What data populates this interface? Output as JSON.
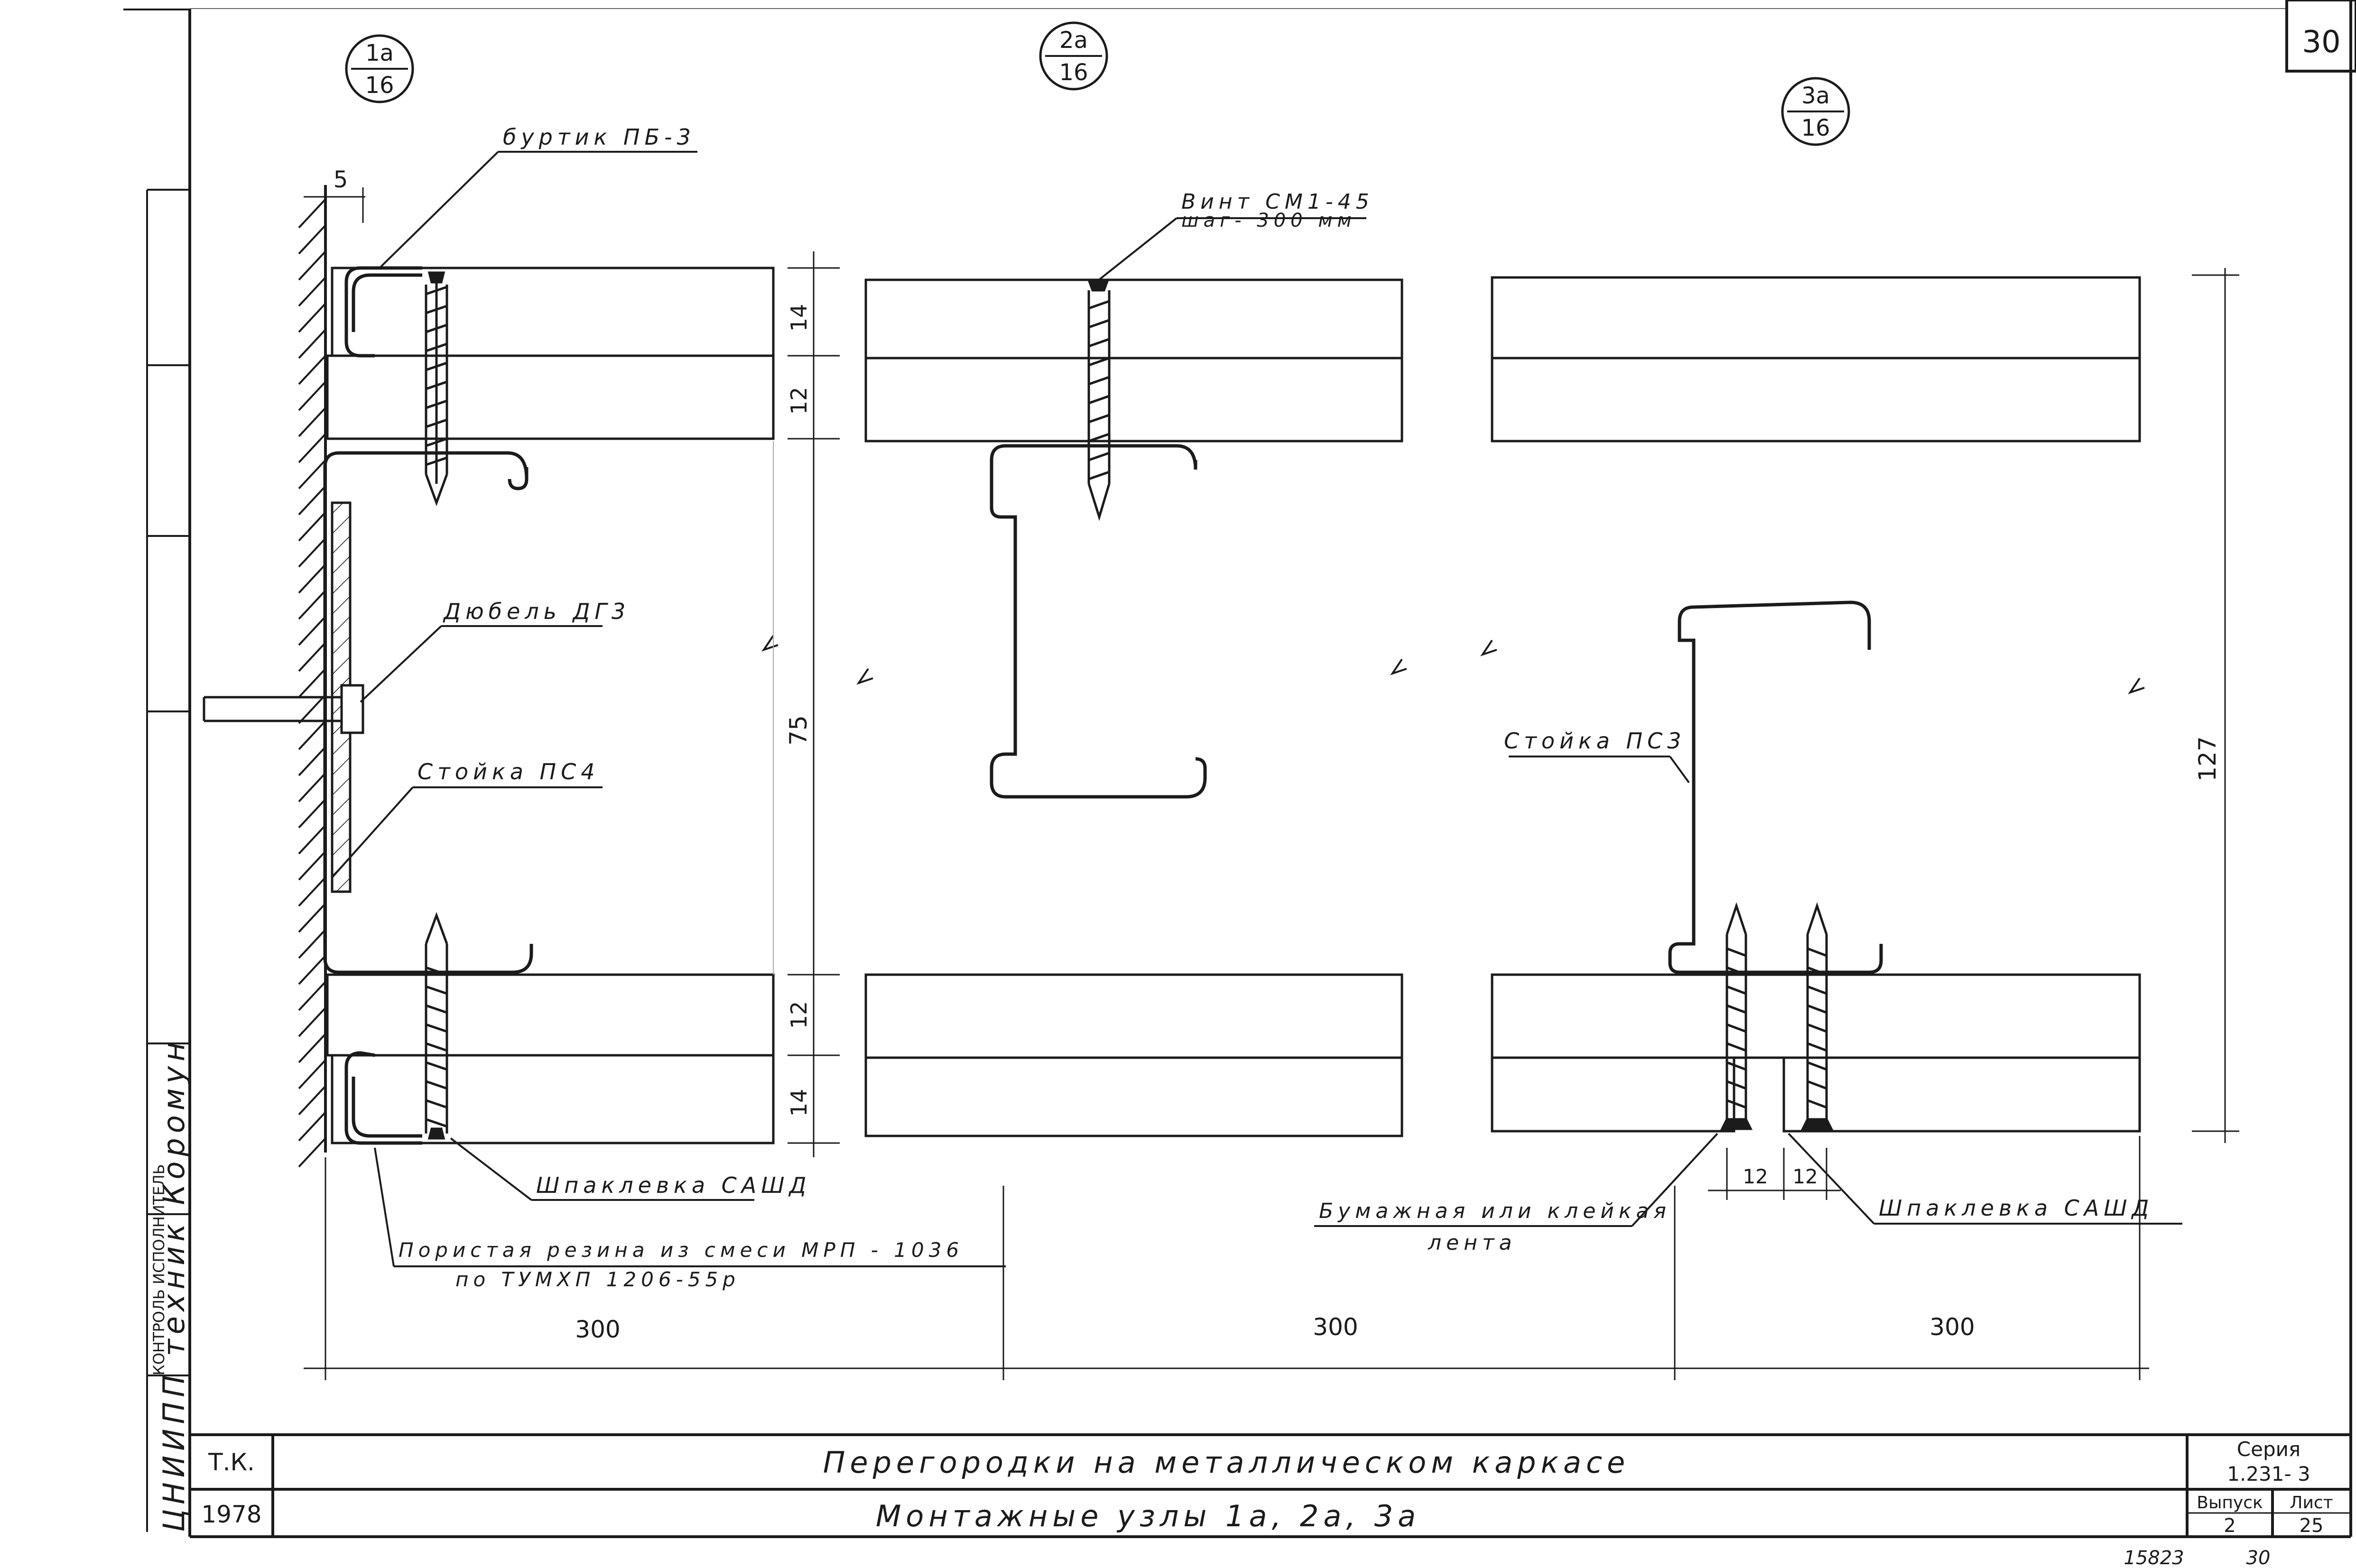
{
  "sheet_number_top": "30",
  "callouts": {
    "node_1": {
      "top": "1а",
      "bottom": "16"
    },
    "node_2": {
      "top": "2а",
      "bottom": "16"
    },
    "node_3": {
      "top": "3а",
      "bottom": "16"
    }
  },
  "labels": {
    "burtik": "буртик ПБ-3",
    "screw_name": "Винт СМ1-45",
    "screw_step": "шаг- 300 мм",
    "dowel": "Дюбель ДГ3",
    "stud_ps4": "Стойка ПС4",
    "stud_ps3": "Стойка ПС3",
    "putty_left": "Шпаклевка САШД",
    "putty_right": "Шпаклевка САШД",
    "rubber_line1": "Пористая резина из смеси МРП - 1036",
    "rubber_line2": "по ТУМХП 1206-55р",
    "tape_line1": "Бумажная или клейкая",
    "tape_line2": "лента"
  },
  "dimensions": {
    "edge_gap": "5",
    "d14_top": "14",
    "d12_top": "12",
    "d75": "75",
    "d12_bottom": "12",
    "d14_bottom": "14",
    "d127": "127",
    "gap_a": "12",
    "gap_b": "12",
    "span_1": "300",
    "span_2": "300",
    "span_3": "300"
  },
  "left_margin": {
    "stamp_text": "ЦНИИПП техник Коромун",
    "small_text": "КОНТРОЛЬ ИСПОЛНИТЕЛЬ"
  },
  "title_block": {
    "code": "Т.К.",
    "year": "1978",
    "title": "Перегородки на металлическом каркасе",
    "subtitle": "Монтажные узлы 1а, 2а, 3а",
    "series_label": "Серия",
    "series_value": "1.231- 3",
    "issue_label": "Выпуск",
    "issue_value": "2",
    "sheet_label": "Лист",
    "sheet_value": "25"
  },
  "footer": {
    "archive_number": "15823",
    "page": "30"
  }
}
